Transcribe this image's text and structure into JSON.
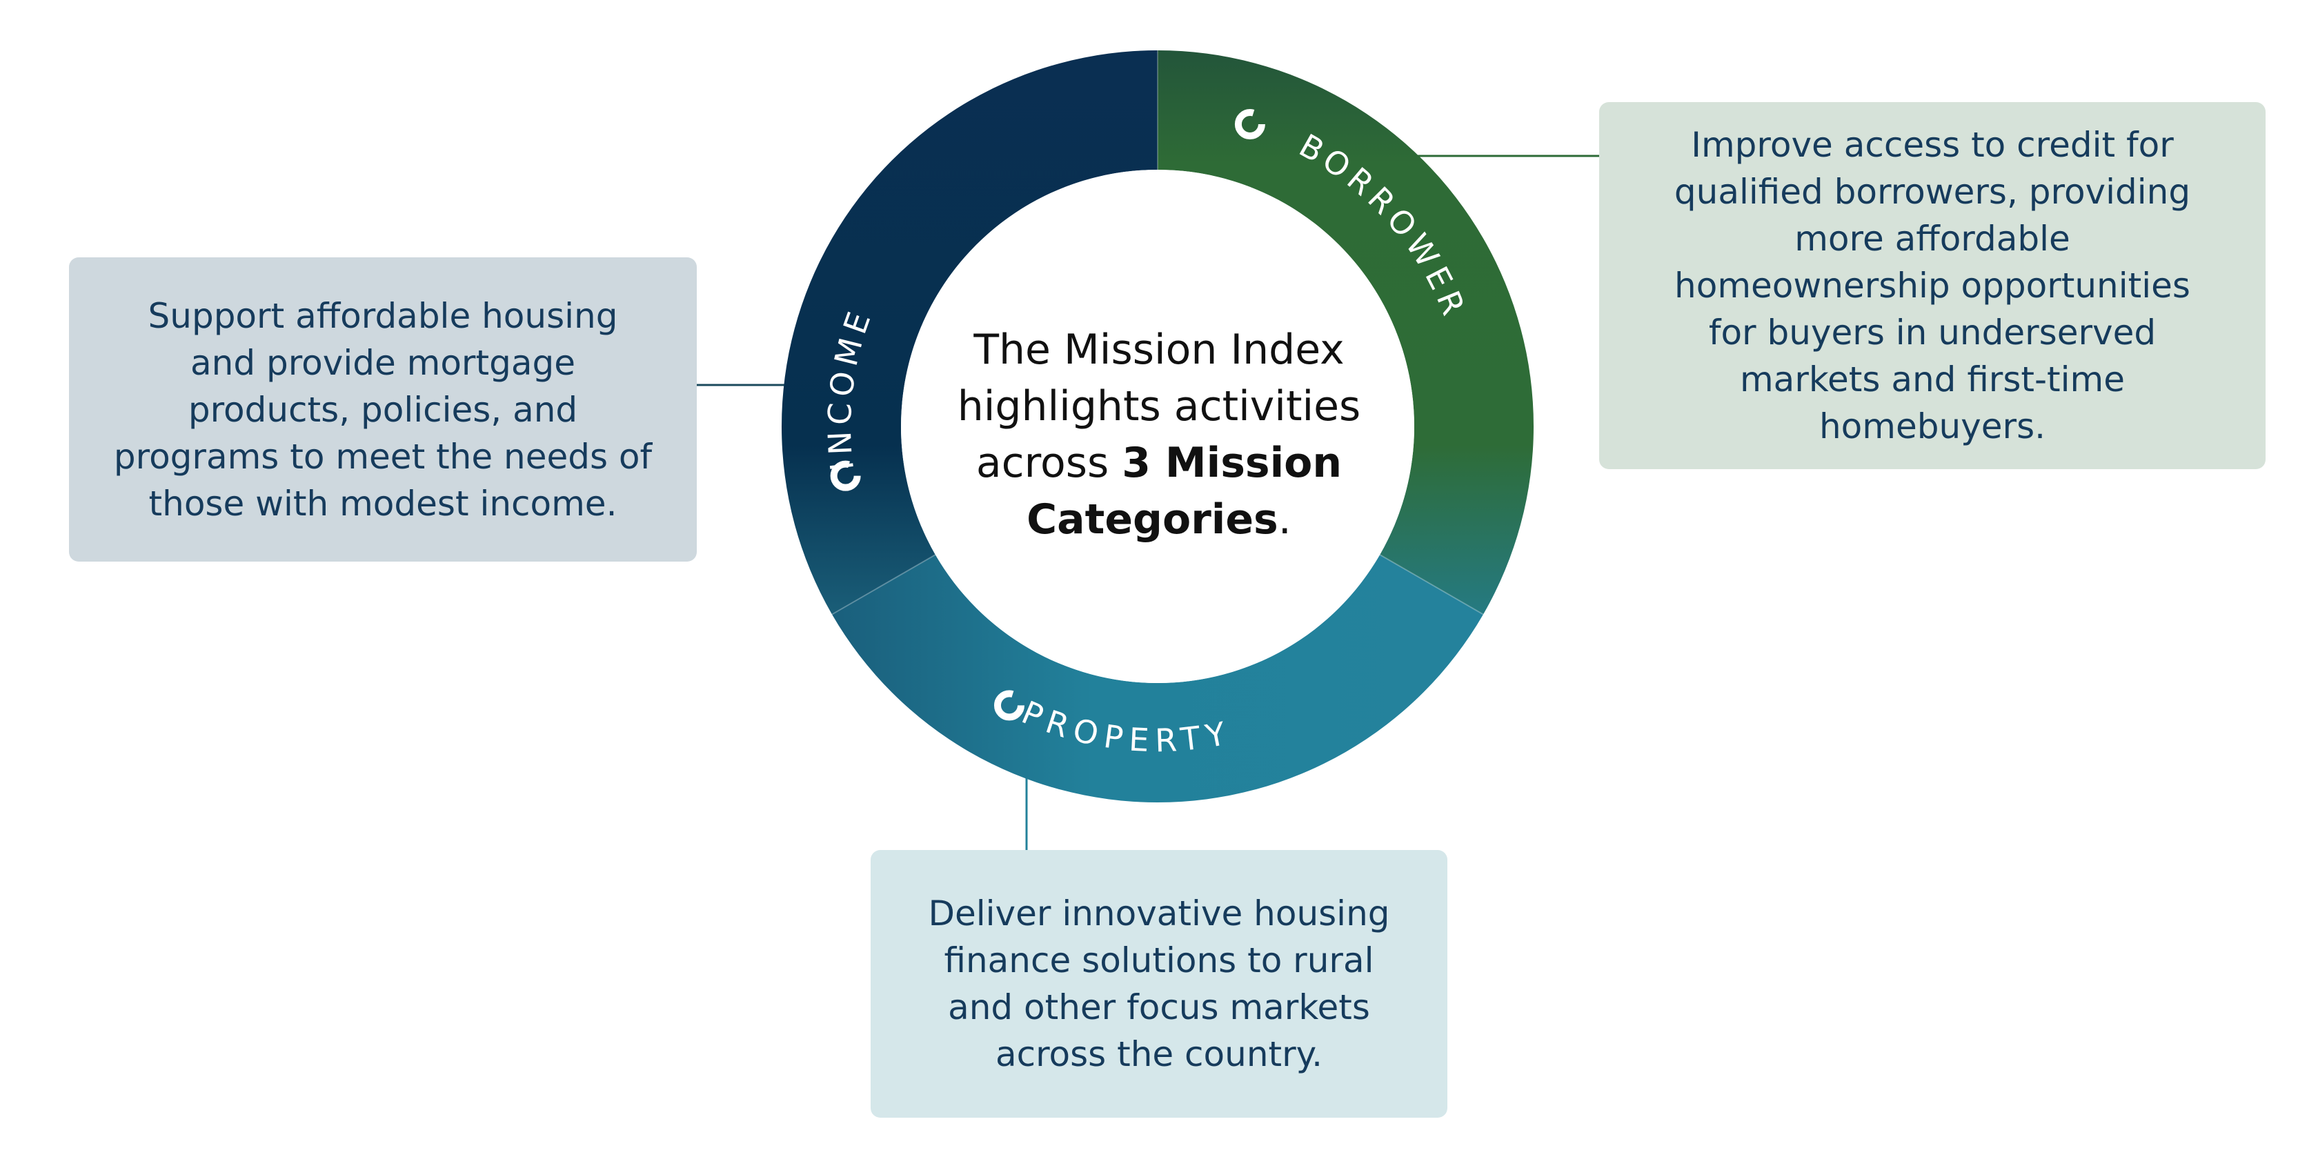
{
  "center": {
    "line1": "The Mission Index",
    "line2": "highlights activities",
    "line3_pre": "across ",
    "line3_bold": "3 Mission",
    "line4_bold": "Categories",
    "line4_post": "."
  },
  "categories": [
    {
      "name": "INCOME",
      "icon": "circle-ring-icon",
      "color": "#082f52",
      "description": "Support affordable housing and provide mortgage products, policies, and programs to meet the needs of those with modest income."
    },
    {
      "name": "BORROWER",
      "icon": "circle-ring-icon",
      "color": "#2d6b37",
      "description": "Improve access to credit for qualified borrowers, providing more affordable homeownership opportunities for buyers in underserved markets and first-time homebuyers."
    },
    {
      "name": "PROPERTY",
      "icon": "circle-ring-icon",
      "color": "#23819a",
      "description": "Deliver innovative housing finance solutions to rural and other focus markets across the country."
    }
  ],
  "colors": {
    "income_box": "#ced8de",
    "borrower_box": "#d6e2d9",
    "property_box": "#d5e7ea",
    "text": "#163b5c"
  }
}
